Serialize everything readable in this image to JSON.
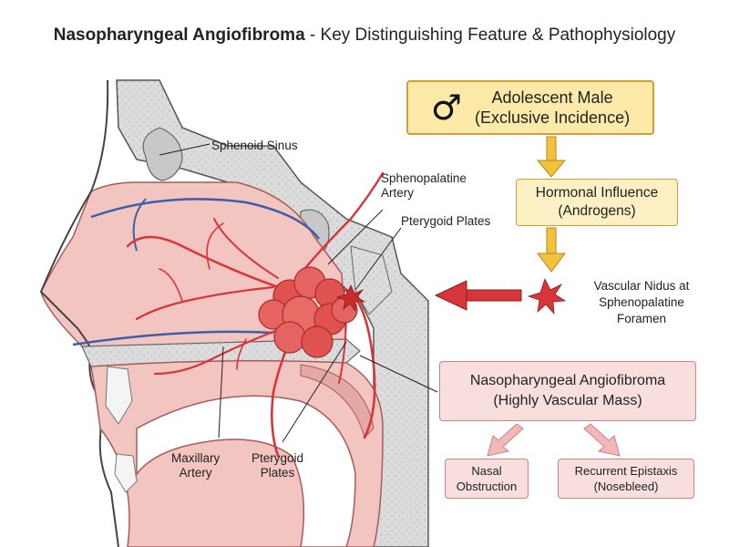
{
  "title": {
    "bold": "Nasopharyngeal Angiofibroma",
    "rest": " - Key Distinguishing Feature & Pathophysiology"
  },
  "labels": {
    "sphenoid_sinus": "Sphenoid Sinus",
    "sphenopalatine_artery_1": "Sphenopalatine",
    "sphenopalatine_artery_2": "Artery",
    "pterygoid_plates_top": "Pterygoid Plates",
    "maxillary_artery_1": "Maxillary",
    "maxillary_artery_2": "Artery",
    "pterygoid_plates_bottom_1": "Pterygoid",
    "pterygoid_plates_bottom_2": "Plates"
  },
  "flow": {
    "male_symbol": "♂",
    "adolescent_1": "Adolescent Male",
    "adolescent_2": "(Exclusive Incidence)",
    "hormonal_1": "Hormonal Influence",
    "hormonal_2": "(Androgens)",
    "nidus_1": "Vascular Nidus at",
    "nidus_2": "Sphenopalatine",
    "nidus_3": "Foramen",
    "mass_1": "Nasopharyngeal Angiofibroma",
    "mass_2": "(Highly Vascular Mass)",
    "obstruction_1": "Nasal",
    "obstruction_2": "Obstruction",
    "epistaxis_1": "Recurrent Epistaxis",
    "epistaxis_2": "(Nosebleed)"
  },
  "colors": {
    "flow_yellow": "#fde9a8",
    "flow_arrow_yellow": "#f3c23a",
    "pink_box": "#f9dede",
    "artery_red": "#d6363b",
    "tumor_red": "#e0524f",
    "vein_blue": "#3d5ea8",
    "bone_grey": "#d9d9d9",
    "tissue_pink": "#f3c5c0"
  }
}
